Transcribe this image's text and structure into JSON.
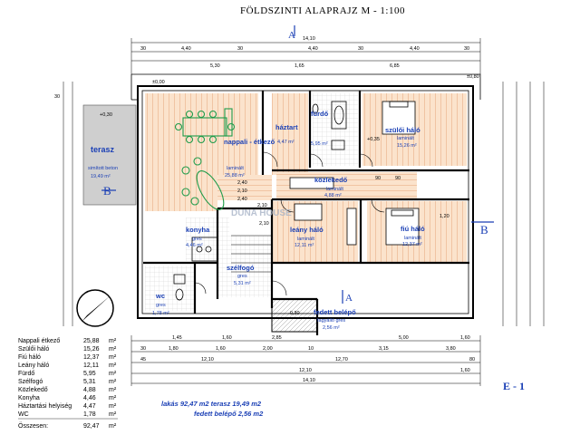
{
  "title": "FÖLDSZINTI ALAPRAJZ   M - 1:100",
  "section_label": "E - 1",
  "cut_marks": {
    "a": "A",
    "b": "B"
  },
  "watermark": "DUNA HOUSE",
  "rooms": [
    {
      "name": "terasz",
      "surface": "simított beton",
      "area": "19,49 m²"
    },
    {
      "name": "nappali - étkező",
      "surface": "laminált",
      "area": "25,88 m²"
    },
    {
      "name": "háztart",
      "surface": "",
      "area": "4,47 m²"
    },
    {
      "name": "fürdő",
      "surface": "",
      "area": "5,95 m²"
    },
    {
      "name": "szülői háló",
      "surface": "laminált",
      "area": "15,26 m²"
    },
    {
      "name": "közlekedő",
      "surface": "laminált",
      "area": "4,88 m²"
    },
    {
      "name": "konyha",
      "surface": "gres",
      "area": "4,46 m²"
    },
    {
      "name": "leány háló",
      "surface": "laminált",
      "area": "12,11 m²"
    },
    {
      "name": "fiú háló",
      "surface": "laminált",
      "area": "12,37 m²"
    },
    {
      "name": "szélfogó",
      "surface": "gres",
      "area": "5,31 m²"
    },
    {
      "name": "wc",
      "surface": "gres",
      "area": "1,78 m²"
    },
    {
      "name": "fedett belépő",
      "surface": "fagyálló gres",
      "area": "2,56 m²"
    }
  ],
  "area_table": {
    "unit": "m²",
    "rows": [
      {
        "label": "Nappali étkező",
        "value": "25,88"
      },
      {
        "label": "Szülői háló",
        "value": "15,26"
      },
      {
        "label": "Fiú háló",
        "value": "12,37"
      },
      {
        "label": "Leány háló",
        "value": "12,11"
      },
      {
        "label": "Fürdő",
        "value": "5,95"
      },
      {
        "label": "Szélfogó",
        "value": "5,31"
      },
      {
        "label": "Közlekedő",
        "value": "4,88"
      },
      {
        "label": "Konyha",
        "value": "4,46"
      },
      {
        "label": "Háztartási helyiség",
        "value": "4,47"
      },
      {
        "label": "WC",
        "value": "1,78"
      }
    ],
    "total_label": "Összesen:",
    "total_value": "92,47"
  },
  "summary": {
    "line1": "lakás  92,47 m2  terasz  19,49 m2",
    "line2": "fedett belépő  2,56 m2"
  },
  "top_dims": {
    "total": "14,10",
    "row1": [
      "30",
      "4,40",
      "30",
      "4,40",
      "30",
      "4,40",
      "30"
    ],
    "row2": [
      "5,30",
      "1,65",
      "6,85"
    ]
  },
  "bottom_dims": {
    "row1": [
      "1,45",
      "1,60",
      "2,85",
      "5,00",
      "1,60"
    ],
    "row2": [
      "30",
      "1,80",
      "1,60",
      "2,00",
      "10",
      "3,15",
      "3,80"
    ],
    "row3": [
      "45",
      "12,10",
      "12,70",
      "80"
    ],
    "row4": [
      "12,10",
      "1,60"
    ],
    "total": "14,10"
  },
  "inner_dims": [
    "2,40",
    "2,10",
    "2,40",
    "2,10",
    "90",
    "90",
    "1,20",
    "2,10"
  ],
  "levels": [
    "±0,00",
    "+0,30",
    "+0,35",
    "±0,80",
    "-0,30"
  ],
  "colors": {
    "wall": "#000000",
    "label": "#1a3fb5",
    "floor": "#f2c9a2",
    "furniture": "#1f9b4a",
    "terrace": "#c9c9c9"
  }
}
